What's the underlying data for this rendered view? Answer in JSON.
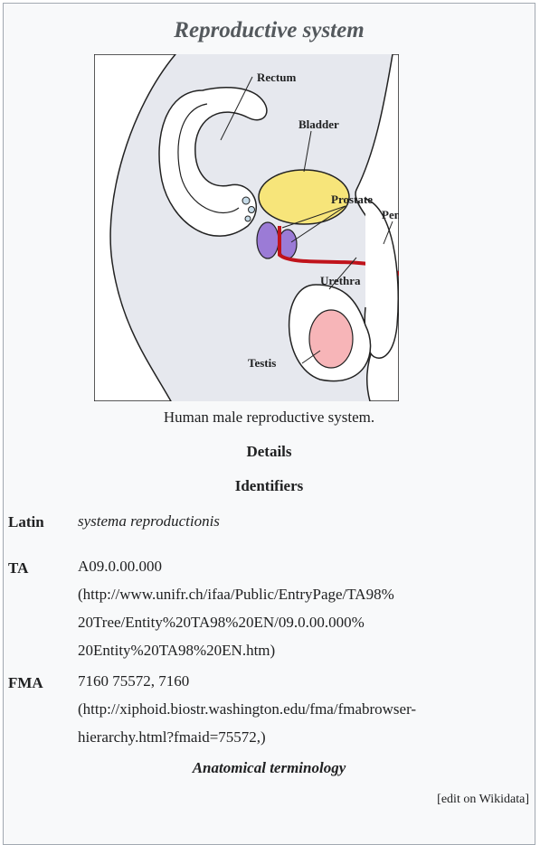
{
  "infobox": {
    "title": "Reproductive system",
    "figure": {
      "labels": {
        "rectum": "Rectum",
        "bladder": "Bladder",
        "prostate": "Prostate",
        "penis": "Penis",
        "urethra": "Urethra",
        "testis": "Testis"
      },
      "colors": {
        "background": "#e6e8ee",
        "bladder": "#f7e57a",
        "prostate": "#9b7bd6",
        "urethra": "#c0131b",
        "testis": "#f7b5b8"
      }
    },
    "caption": "Human male reproductive system.",
    "details_header": "Details",
    "identifiers_header": "Identifiers",
    "rows": [
      {
        "label": "Latin",
        "lines": [
          "systema reproductionis"
        ]
      },
      {
        "label": "TA",
        "lines": [
          "A09.0.00.000",
          "(http://www.unifr.ch/ifaa/Public/EntryPage/TA98%",
          "20Tree/Entity%20TA98%20EN/09.0.00.000%",
          "20Entity%20TA98%20EN.htm)"
        ]
      },
      {
        "label": "FMA",
        "lines": [
          "7160 75572, 7160",
          "(http://xiphoid.biostr.washington.edu/fma/fmabrowser-",
          "hierarchy.html?fmaid=75572,)"
        ]
      }
    ],
    "footer_header": "Anatomical terminology",
    "edit_link": "[edit on Wikidata]"
  }
}
